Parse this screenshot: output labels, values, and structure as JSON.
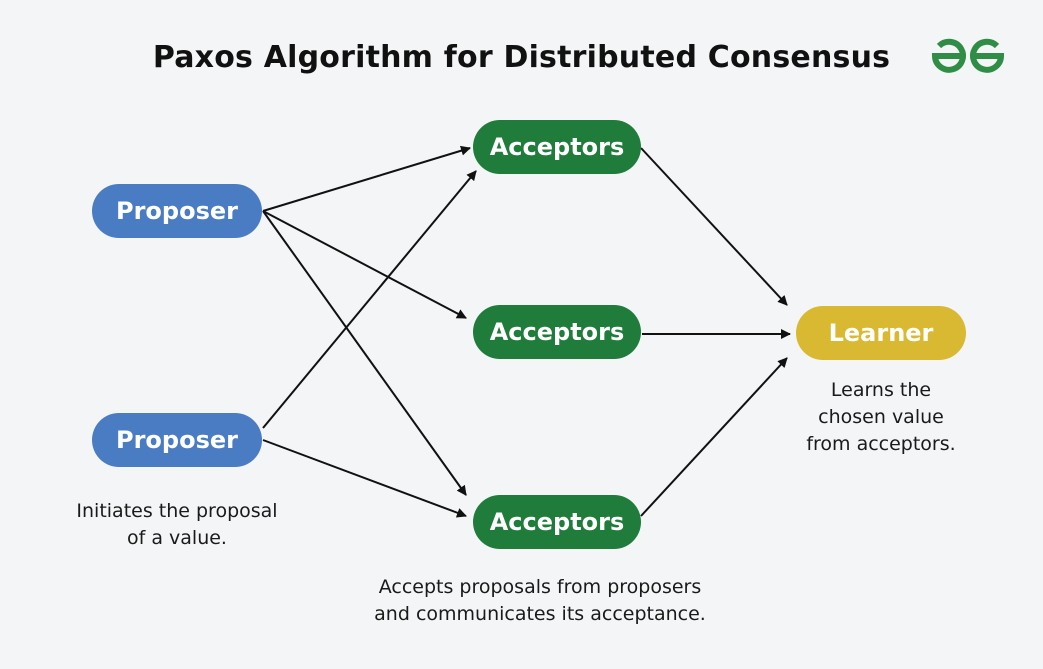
{
  "title": "Paxos Algorithm for Distributed Consensus",
  "colors": {
    "background": "#f3f5f7",
    "proposer": "#4a7cc4",
    "acceptor": "#1f7c3b",
    "learner": "#d9b832",
    "logo": "#2f8d46",
    "arrow": "#111111"
  },
  "logo": {
    "icon": "geeksforgeeks-logo-icon"
  },
  "nodes": {
    "proposer_top": "Proposer",
    "proposer_bottom": "Proposer",
    "acceptor_top": "Acceptors",
    "acceptor_middle": "Acceptors",
    "acceptor_bottom": "Acceptors",
    "learner": "Learner"
  },
  "captions": {
    "proposer": [
      "Initiates the proposal",
      "of a value."
    ],
    "acceptor": [
      "Accepts proposals from proposers",
      "and communicates its acceptance."
    ],
    "learner": [
      "Learns the",
      "chosen value",
      "from acceptors."
    ]
  },
  "edges": [
    [
      "proposer_top",
      "acceptor_top"
    ],
    [
      "proposer_top",
      "acceptor_middle"
    ],
    [
      "proposer_top",
      "acceptor_bottom"
    ],
    [
      "proposer_bottom",
      "acceptor_top"
    ],
    [
      "proposer_bottom",
      "acceptor_bottom"
    ],
    [
      "acceptor_top",
      "learner"
    ],
    [
      "acceptor_middle",
      "learner"
    ],
    [
      "acceptor_bottom",
      "learner"
    ]
  ]
}
